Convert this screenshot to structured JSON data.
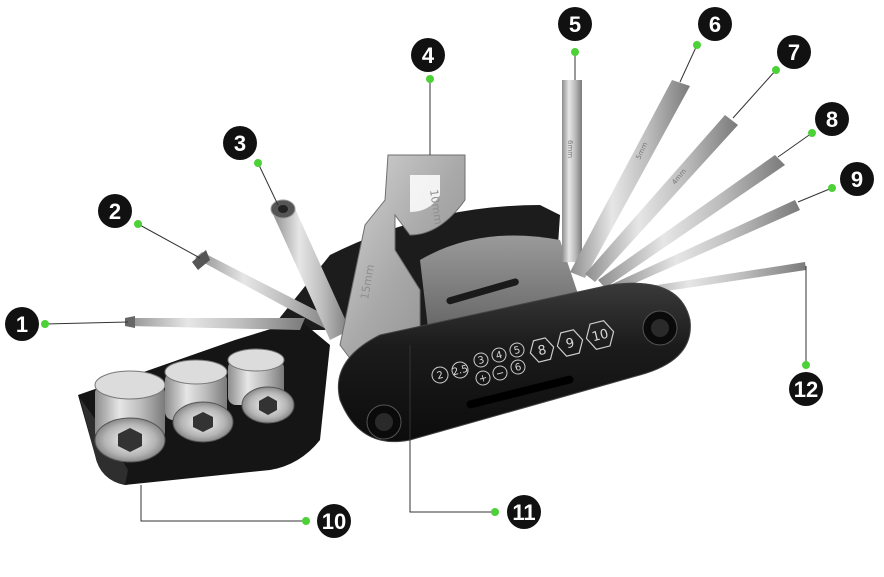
{
  "colors": {
    "accent_dot": "#4cd137",
    "callout_fill": "#111111",
    "callout_text": "#ffffff",
    "body_dark": "#1a1a1a",
    "steel": "#c9c9c9"
  },
  "callouts": [
    "1",
    "2",
    "3",
    "4",
    "5",
    "6",
    "7",
    "8",
    "9",
    "10",
    "11",
    "12"
  ],
  "tool": {
    "plate_labels": [
      "15mm",
      "10mm"
    ],
    "hex_key_labels": [
      "6mm",
      "5mm",
      "4mm"
    ],
    "body_sizes": [
      "2",
      "2.5",
      "3",
      "4",
      "5",
      "+",
      "−",
      "6",
      "8",
      "9",
      "10"
    ]
  }
}
